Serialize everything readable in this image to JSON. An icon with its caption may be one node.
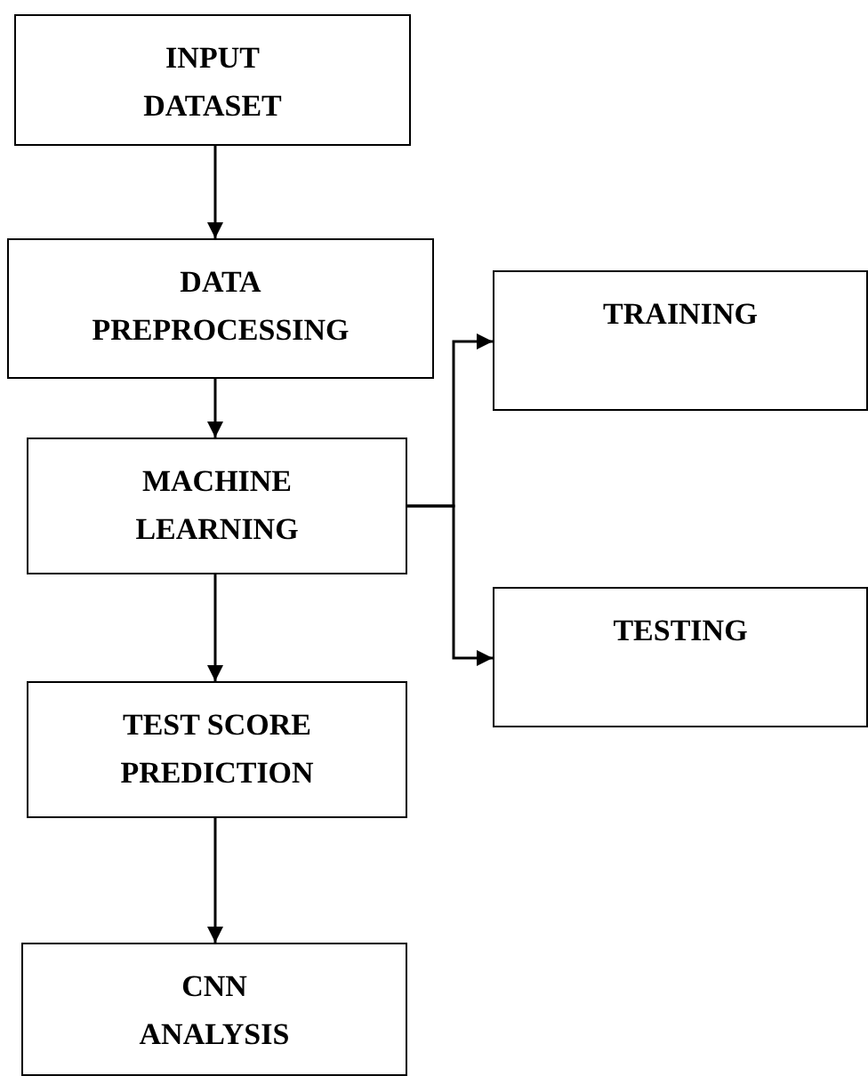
{
  "diagram": {
    "nodes": [
      {
        "text": [
          "INPUT DATASET"
        ]
      },
      {
        "text": [
          "DATA PREPROCESSING"
        ]
      },
      {
        "text": [
          "MACHINE LEARNING"
        ]
      },
      {
        "text": [
          "TRAINING"
        ]
      },
      {
        "text": [
          "TESTING"
        ]
      },
      {
        "text": [
          "TEST SCORE PREDICTION"
        ]
      },
      {
        "text": [
          "CNN ANALYSIS"
        ]
      }
    ],
    "edges": [
      {
        "from": 0,
        "to": 1,
        "arrow": "to"
      },
      {
        "from": 1,
        "to": 2,
        "arrow": "to"
      },
      {
        "from": 2,
        "to": 3,
        "arrow": "to"
      },
      {
        "from": 2,
        "to": 4,
        "arrow": "to"
      },
      {
        "from": 2,
        "to": 5,
        "arrow": "to"
      },
      {
        "from": 5,
        "to": 6,
        "arrow": "to"
      }
    ]
  }
}
